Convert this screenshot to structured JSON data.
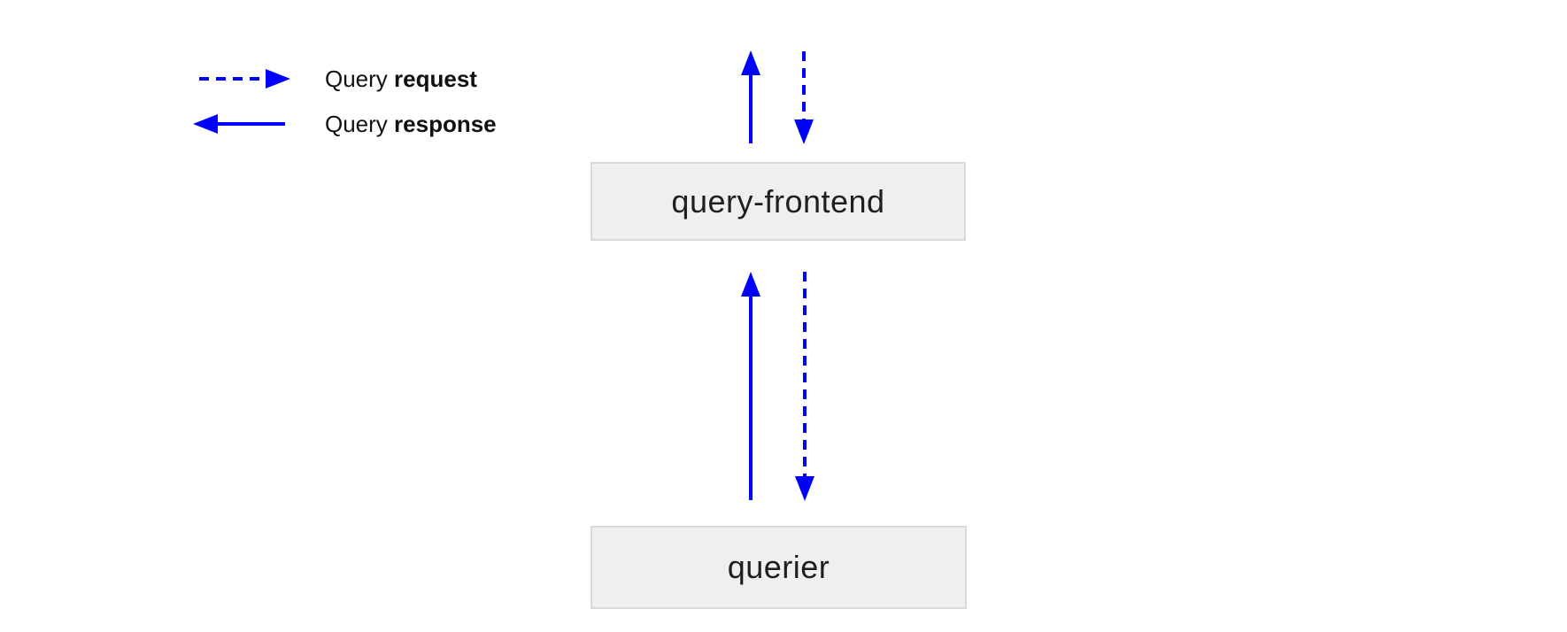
{
  "colors": {
    "arrow": "#0000ff",
    "node_fill": "#efefef",
    "node_border": "#d9d9d9",
    "text": "#1f1f1f"
  },
  "legend": {
    "request": {
      "prefix": "Query ",
      "bold": "request",
      "arrow_style": "dashed",
      "arrow_direction": "right"
    },
    "response": {
      "prefix": "Query ",
      "bold": "response",
      "arrow_style": "solid",
      "arrow_direction": "left"
    }
  },
  "nodes": {
    "frontend": {
      "label": "query-frontend"
    },
    "querier": {
      "label": "querier"
    }
  },
  "edges": [
    {
      "location": "above query-frontend",
      "style": "solid",
      "direction": "up",
      "meaning": "Query response"
    },
    {
      "location": "above query-frontend",
      "style": "dashed",
      "direction": "down",
      "meaning": "Query request"
    },
    {
      "location": "query-frontend to querier",
      "style": "solid",
      "direction": "up",
      "meaning": "Query response"
    },
    {
      "location": "query-frontend to querier",
      "style": "dashed",
      "direction": "down",
      "meaning": "Query request"
    }
  ]
}
